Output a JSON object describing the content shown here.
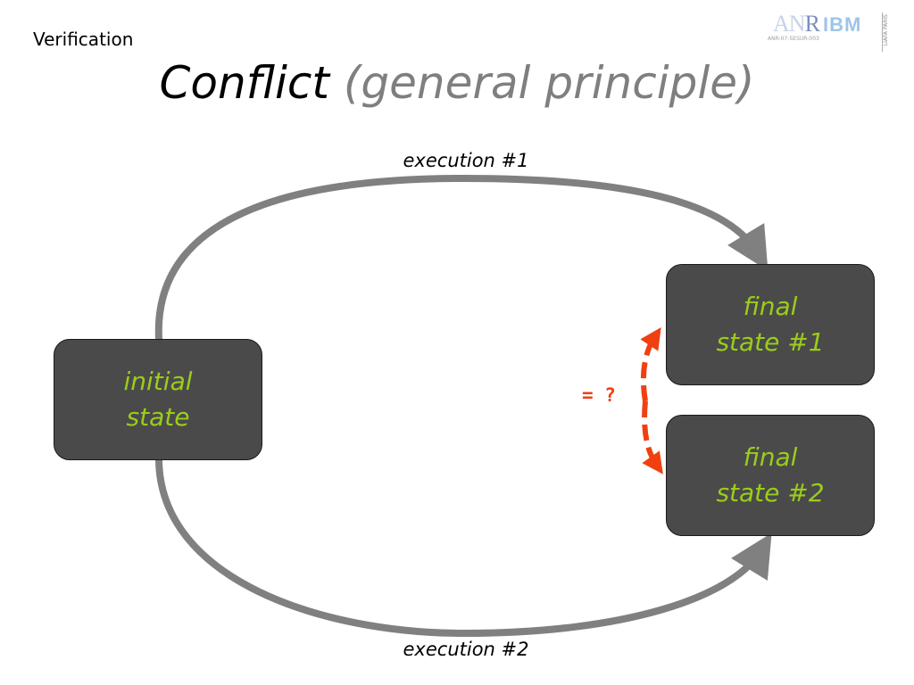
{
  "header": {
    "section": "Verification",
    "title_main": "Conflict",
    "title_sub": "(general principle)"
  },
  "logos": {
    "anr_prefix": "AN",
    "anr_r": "R",
    "ibm": "IBM",
    "code": "ANR-07-SESUR-003",
    "vertical_text": "LIAFA PARIS"
  },
  "diagram": {
    "initial_state": {
      "line1": "initial",
      "line2": "state"
    },
    "final_state_1": {
      "line1": "final",
      "line2": "state #1"
    },
    "final_state_2": {
      "line1": "final",
      "line2": "state #2"
    },
    "execution_1": "execution #1",
    "execution_2": "execution #2",
    "comparison": "= ?"
  },
  "colors": {
    "box_fill": "#4a4a4a",
    "box_text": "#9acd1a",
    "arrow": "#808080",
    "comparison": "#f04010",
    "title_sub": "#7f7f7f"
  }
}
